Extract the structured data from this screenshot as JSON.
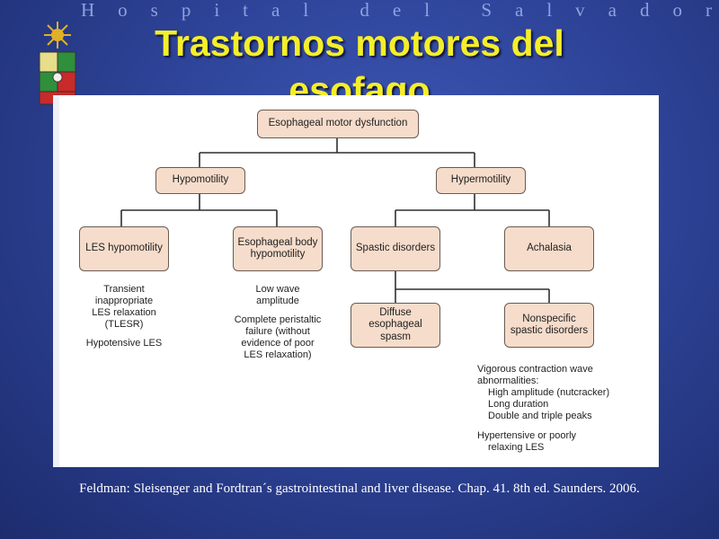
{
  "header": {
    "institution": "Hospital del Salvador"
  },
  "slide": {
    "title": "Trastornos motores del esofago"
  },
  "diagram": {
    "root": "Esophageal motor dysfunction",
    "hypo": {
      "label": "Hypomotility",
      "les": {
        "label": "LES hypomotility",
        "notes": [
          "Transient",
          "inappropriate",
          "LES relaxation",
          "(TLESR)",
          "Hypotensive LES"
        ]
      },
      "body": {
        "label": "Esophageal body hypomotility",
        "notes": [
          "Low wave",
          "amplitude",
          "Complete peristaltic",
          "failure (without",
          "evidence of poor",
          "LES relaxation)"
        ]
      }
    },
    "hyper": {
      "label": "Hypermotility",
      "spastic": {
        "label": "Spastic disorders",
        "diffuse": "Diffuse esophageal spasm",
        "nonspecific": "Nonspecific spastic disorders",
        "notes": {
          "heading": [
            "Vigorous contraction wave",
            "abnormalities:"
          ],
          "items": [
            "High amplitude (nutcracker)",
            "Long duration",
            "Double and triple peaks"
          ],
          "extra": [
            "Hypertensive or poorly",
            "relaxing LES"
          ]
        }
      },
      "achalasia": "Achalasia"
    }
  },
  "citation": "Feldman: Sleisenger and Fordtran´s gastrointestinal and liver disease. Chap. 41. 8th ed. Saunders. 2006."
}
